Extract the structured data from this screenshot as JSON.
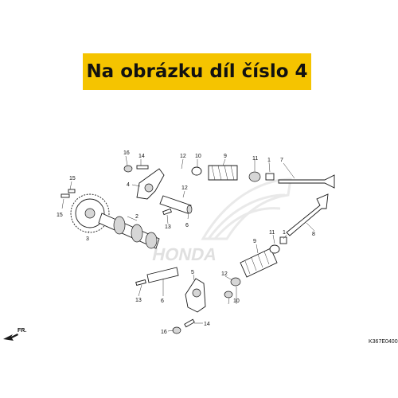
{
  "banner": {
    "text": "Na obrázku díl číslo 4",
    "color": "#f5c400"
  },
  "diagram": {
    "callouts": [
      "16",
      "14",
      "12",
      "10",
      "9",
      "11",
      "1",
      "7",
      "15",
      "4",
      "12",
      "15",
      "2",
      "13",
      "6",
      "3",
      "9",
      "11",
      "1",
      "8",
      "5",
      "12",
      "13",
      "6",
      "10",
      "16",
      "14"
    ],
    "direction_label": "FR.",
    "code": "K367E0400",
    "watermark": "HONDA"
  }
}
